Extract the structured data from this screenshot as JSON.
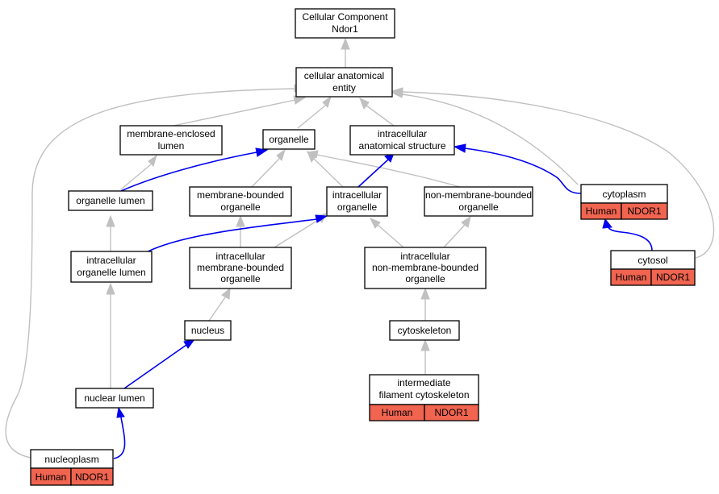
{
  "diagram": {
    "colors": {
      "edge_is_a": "#c0c0c0",
      "edge_part_of": "#0000ee",
      "annotation_fill": "#f06450"
    },
    "nodes": {
      "root": {
        "line1": "Cellular Component",
        "line2": "Ndor1"
      },
      "cae": {
        "line1": "cellular anatomical",
        "line2": "entity"
      },
      "mel": {
        "line1": "membrane-enclosed",
        "line2": "lumen"
      },
      "org": {
        "line1": "organelle"
      },
      "ias": {
        "line1": "intracellular",
        "line2": "anatomical structure"
      },
      "cyto": {
        "line1": "cytoplasm",
        "species": "Human",
        "gene": "NDOR1"
      },
      "ol": {
        "line1": "organelle lumen"
      },
      "mbo": {
        "line1": "membrane-bounded",
        "line2": "organelle"
      },
      "io": {
        "line1": "intracellular",
        "line2": "organelle"
      },
      "nmbo": {
        "line1": "non-membrane-bounded",
        "line2": "organelle"
      },
      "iol": {
        "line1": "intracellular",
        "line2": "organelle lumen"
      },
      "imbo": {
        "line1": "intracellular",
        "line2": "membrane-bounded",
        "line3": "organelle"
      },
      "inmbo": {
        "line1": "intracellular",
        "line2": "non-membrane-bounded",
        "line3": "organelle"
      },
      "cytosol": {
        "line1": "cytosol",
        "species": "Human",
        "gene": "NDOR1"
      },
      "nucleus": {
        "line1": "nucleus"
      },
      "cytoskeleton": {
        "line1": "cytoskeleton"
      },
      "nl": {
        "line1": "nuclear lumen"
      },
      "ifc": {
        "line1": "intermediate",
        "line2": "filament cytoskeleton",
        "species": "Human",
        "gene": "NDOR1"
      },
      "nucleoplasm": {
        "line1": "nucleoplasm",
        "species": "Human",
        "gene": "NDOR1"
      }
    }
  }
}
